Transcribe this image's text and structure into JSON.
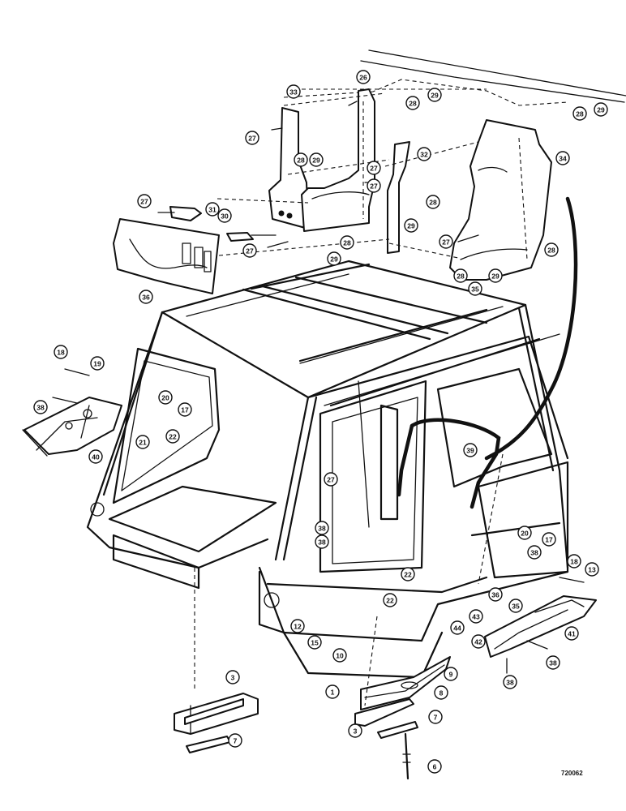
{
  "figure_id": "720062",
  "callouts": [
    {
      "id": "c-33",
      "label": "33"
    },
    {
      "id": "c-26",
      "label": "26"
    },
    {
      "id": "c-28a",
      "label": "28"
    },
    {
      "id": "c-29a",
      "label": "29"
    },
    {
      "id": "c-28b",
      "label": "28"
    },
    {
      "id": "c-29b",
      "label": "29"
    },
    {
      "id": "c-27a",
      "label": "27"
    },
    {
      "id": "c-28c",
      "label": "28"
    },
    {
      "id": "c-29c",
      "label": "29"
    },
    {
      "id": "c-27b",
      "label": "27"
    },
    {
      "id": "c-27c",
      "label": "27"
    },
    {
      "id": "c-32",
      "label": "32"
    },
    {
      "id": "c-34",
      "label": "34"
    },
    {
      "id": "c-27d",
      "label": "27"
    },
    {
      "id": "c-31",
      "label": "31"
    },
    {
      "id": "c-30",
      "label": "30"
    },
    {
      "id": "c-28d",
      "label": "28"
    },
    {
      "id": "c-29d",
      "label": "29"
    },
    {
      "id": "c-27e",
      "label": "27"
    },
    {
      "id": "c-28e",
      "label": "28"
    },
    {
      "id": "c-29e",
      "label": "29"
    },
    {
      "id": "c-27f",
      "label": "27"
    },
    {
      "id": "c-36",
      "label": "36"
    },
    {
      "id": "c-28f",
      "label": "28"
    },
    {
      "id": "c-29f",
      "label": "29"
    },
    {
      "id": "c-28g",
      "label": "28"
    },
    {
      "id": "c-35",
      "label": "35"
    },
    {
      "id": "c-18a",
      "label": "18"
    },
    {
      "id": "c-19",
      "label": "19"
    },
    {
      "id": "c-38a",
      "label": "38"
    },
    {
      "id": "c-20a",
      "label": "20"
    },
    {
      "id": "c-17a",
      "label": "17"
    },
    {
      "id": "c-21",
      "label": "21"
    },
    {
      "id": "c-22a",
      "label": "22"
    },
    {
      "id": "c-40",
      "label": "40"
    },
    {
      "id": "c-39",
      "label": "39"
    },
    {
      "id": "c-27g",
      "label": "27"
    },
    {
      "id": "c-38b",
      "label": "38"
    },
    {
      "id": "c-38c",
      "label": "38"
    },
    {
      "id": "c-20b",
      "label": "20"
    },
    {
      "id": "c-17b",
      "label": "17"
    },
    {
      "id": "c-38d",
      "label": "38"
    },
    {
      "id": "c-18b",
      "label": "18"
    },
    {
      "id": "c-13",
      "label": "13"
    },
    {
      "id": "c-22b",
      "label": "22"
    },
    {
      "id": "c-22c",
      "label": "22"
    },
    {
      "id": "c-36b",
      "label": "36"
    },
    {
      "id": "c-35b",
      "label": "35"
    },
    {
      "id": "c-41",
      "label": "41"
    },
    {
      "id": "c-12",
      "label": "12"
    },
    {
      "id": "c-15",
      "label": "15"
    },
    {
      "id": "c-10",
      "label": "10"
    },
    {
      "id": "c-44",
      "label": "44"
    },
    {
      "id": "c-43",
      "label": "43"
    },
    {
      "id": "c-42",
      "label": "42"
    },
    {
      "id": "c-38e",
      "label": "38"
    },
    {
      "id": "c-38f",
      "label": "38"
    },
    {
      "id": "c-9",
      "label": "9"
    },
    {
      "id": "c-8",
      "label": "8"
    },
    {
      "id": "c-1",
      "label": "1"
    },
    {
      "id": "c-3a",
      "label": "3"
    },
    {
      "id": "c-3b",
      "label": "3"
    },
    {
      "id": "c-7a",
      "label": "7"
    },
    {
      "id": "c-7b",
      "label": "7"
    },
    {
      "id": "c-6",
      "label": "6"
    }
  ]
}
